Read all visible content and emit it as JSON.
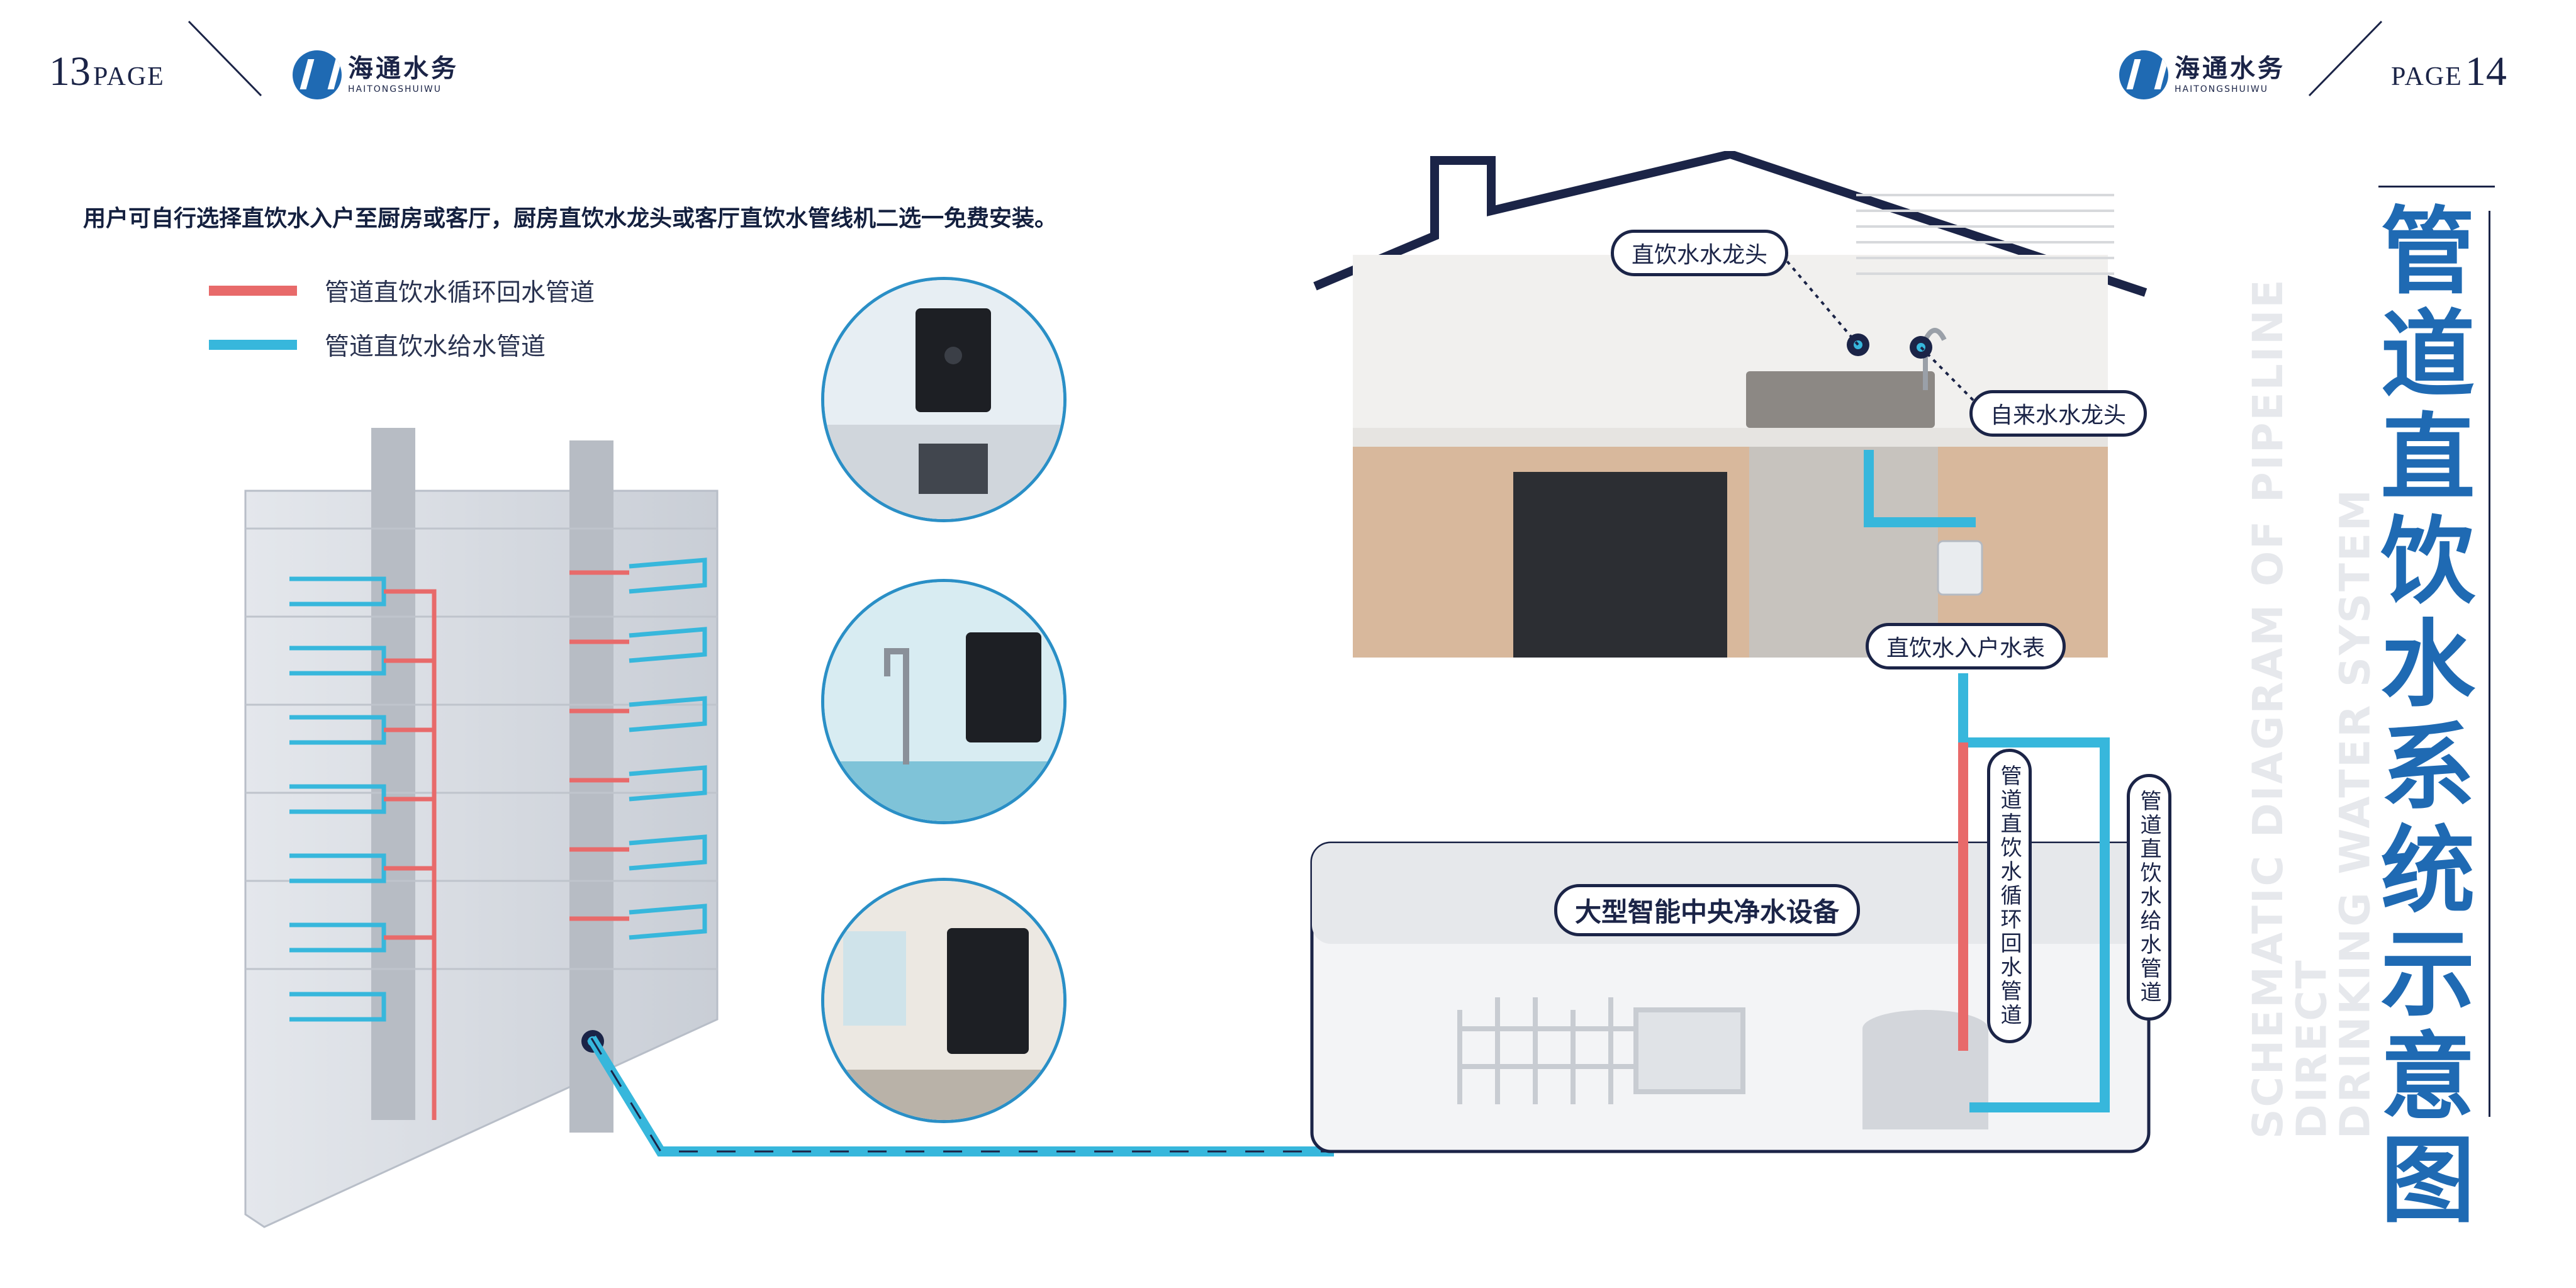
{
  "header": {
    "left": {
      "page_number": "13",
      "page_label": "PAGE"
    },
    "right": {
      "page_number": "14",
      "page_label": "PAGE"
    },
    "logo": {
      "name_cn": "海通水务",
      "name_en": "HAITONGSHUIWU"
    }
  },
  "note": "用户可自行选择直饮水入户至厨房或客厅，厨房直饮水龙头或客厅直饮水管线机二选一免费安装。",
  "legend": [
    {
      "label": "管道直饮水循环回水管道",
      "color": "#e86a6a"
    },
    {
      "label": "管道直饮水给水管道",
      "color": "#37b7dc"
    }
  ],
  "title_cn": "管道直饮水系统示意图",
  "title_en": [
    "SCHEMATIC DIAGRAM OF PIPELINE DIRECT",
    "DRINKING WATER SYSTEM"
  ],
  "labels": {
    "drinking_faucet": "直饮水水龙头",
    "tap_faucet": "自来水水龙头",
    "water_meter": "直饮水入户水表",
    "return_pipe": "管道直饮水循环回水管道",
    "supply_pipe": "管道直饮水给水管道",
    "central_equipment": "大型智能中央净水设备"
  },
  "colors": {
    "primary_blue": "#1f6ab3",
    "navy": "#1b2447",
    "supply": "#37b7dc",
    "return": "#e86a6a"
  },
  "icons": [
    "company-logo",
    "building-illustration",
    "house-illustration",
    "water-dispenser-photo",
    "purification-equipment-illustration"
  ]
}
